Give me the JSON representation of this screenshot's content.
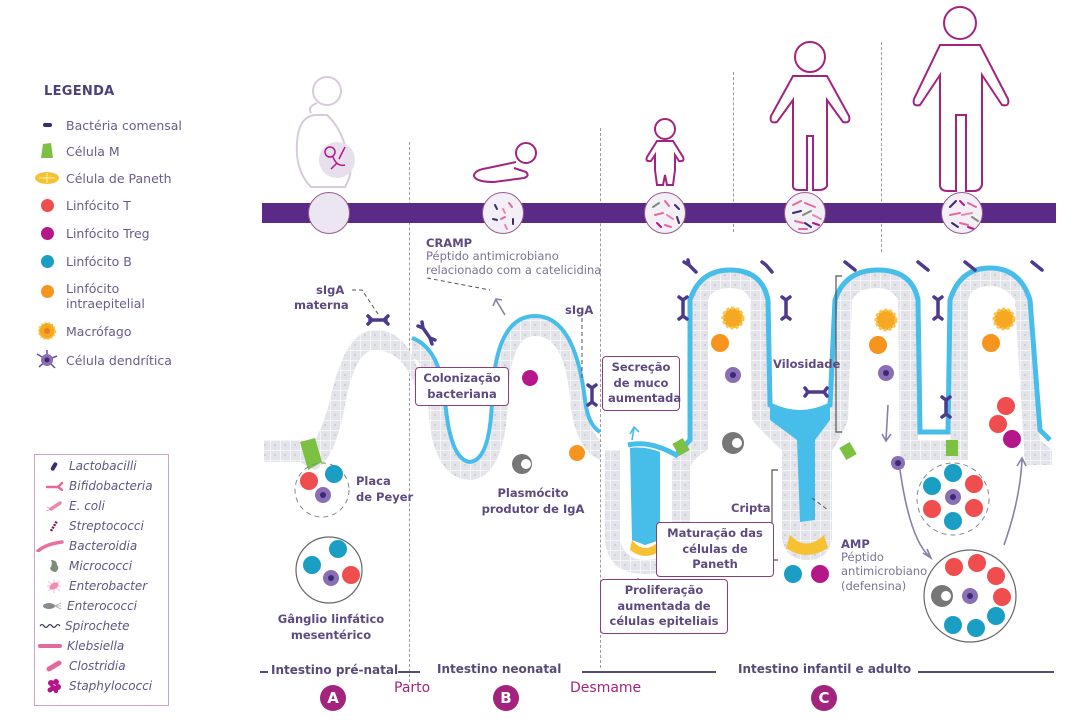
{
  "legend": {
    "title": "LEGENDA",
    "items": [
      {
        "icon": "commensal-bacteria-icon",
        "label": "Bactéria comensal",
        "color": "#3c2a73"
      },
      {
        "icon": "m-cell-icon",
        "label": "Célula M",
        "color": "#7cc142"
      },
      {
        "icon": "paneth-cell-icon",
        "label": "Célula de Paneth",
        "color": "#f6c234"
      },
      {
        "icon": "t-lymphocyte-icon",
        "label": "Linfócito T",
        "color": "#f04e4e"
      },
      {
        "icon": "treg-lymphocyte-icon",
        "label": "Linfócito Treg",
        "color": "#b5178b"
      },
      {
        "icon": "b-lymphocyte-icon",
        "label": "Linfócito B",
        "color": "#1a9ec4"
      },
      {
        "icon": "intraepithelial-lymphocyte-icon",
        "label": "Linfócito intraepitelial",
        "color": "#f7941d"
      },
      {
        "icon": "macrophage-icon",
        "label": "Macrófago",
        "color": "#f7a823"
      },
      {
        "icon": "dendritic-cell-icon",
        "label": "Célula dendrítica",
        "color": "#6a4f9b"
      }
    ]
  },
  "bacteria": {
    "items": [
      {
        "icon": "lactobacilli-icon",
        "label": "Lactobacilli",
        "color": "#3c2a73"
      },
      {
        "icon": "bifidobacteria-icon",
        "label": "Bifidobacteria",
        "color": "#e36b9c"
      },
      {
        "icon": "e-coli-icon",
        "label": "E. coli",
        "color": "#e889b3"
      },
      {
        "icon": "streptococci-icon",
        "label": "Streptococci",
        "color": "#7a1f5c"
      },
      {
        "icon": "bacteroidia-icon",
        "label": "Bacteroidia",
        "color": "#e8709f"
      },
      {
        "icon": "micrococci-icon",
        "label": "Micrococci",
        "color": "#7f8c7a"
      },
      {
        "icon": "enterobacter-icon",
        "label": "Enterobacter",
        "color": "#f08bb4"
      },
      {
        "icon": "enterococci-icon",
        "label": "Enterococci",
        "color": "#8a8a8a"
      },
      {
        "icon": "spirochete-icon",
        "label": "Spirochete",
        "color": "#3c3a5a"
      },
      {
        "icon": "klebsiella-icon",
        "label": "Klebsiella",
        "color": "#e36b9c"
      },
      {
        "icon": "clostridia-icon",
        "label": "Clostridia",
        "color": "#e36b9c"
      },
      {
        "icon": "staphylococci-icon",
        "label": "Staphylococci",
        "color": "#b5178b"
      }
    ]
  },
  "timeline": {
    "bar_color": "#5b2a86",
    "stages": [
      {
        "icon": "pregnant-woman-icon",
        "microbiota": "empty"
      },
      {
        "icon": "crawling-baby-icon",
        "microbiota": "sparse"
      },
      {
        "icon": "toddler-icon",
        "microbiota": "moderate"
      },
      {
        "icon": "child-icon",
        "microbiota": "diverse"
      },
      {
        "icon": "adult-icon",
        "microbiota": "diverse"
      }
    ]
  },
  "annotations": {
    "cramp_title": "CRAMP",
    "cramp_line1": "Péptido antimicrobiano",
    "cramp_line2": "relacionado com a catelicidina",
    "siga_maternal_1": "sIgA",
    "siga_maternal_2": "materna",
    "siga": "sIgA",
    "colonization": [
      "Colonização",
      "bacteriana"
    ],
    "mucus": [
      "Secreção",
      "de muco",
      "aumentada"
    ],
    "peyer": [
      "Placa",
      "de Peyer"
    ],
    "plasma_cell": [
      "Plasmócito",
      "produtor de IgA"
    ],
    "lymph_node": [
      "Gânglio linfático",
      "mesentérico"
    ],
    "paneth_maturation": [
      "Maturação das",
      "células de Paneth"
    ],
    "proliferation": [
      "Proliferação",
      "aumentada de",
      "células epiteliais"
    ],
    "villus": "Vilosidade",
    "crypt": "Cripta",
    "amp_title": "AMP",
    "amp_lines": [
      "Péptido",
      "antimicrobiano",
      "(defensina)"
    ]
  },
  "stages": [
    {
      "label": "Intestino pré-natal",
      "badge": "A"
    },
    {
      "label": "Intestino neonatal",
      "badge": "B"
    },
    {
      "label": "Intestino infantil e adulto",
      "badge": "C"
    }
  ],
  "milestones": [
    "Parto",
    "Desmame"
  ],
  "colors": {
    "accent": "#a3247f",
    "text": "#5a4a78",
    "mucus": "#47bde9",
    "epithelium": "#e3e3ea"
  }
}
